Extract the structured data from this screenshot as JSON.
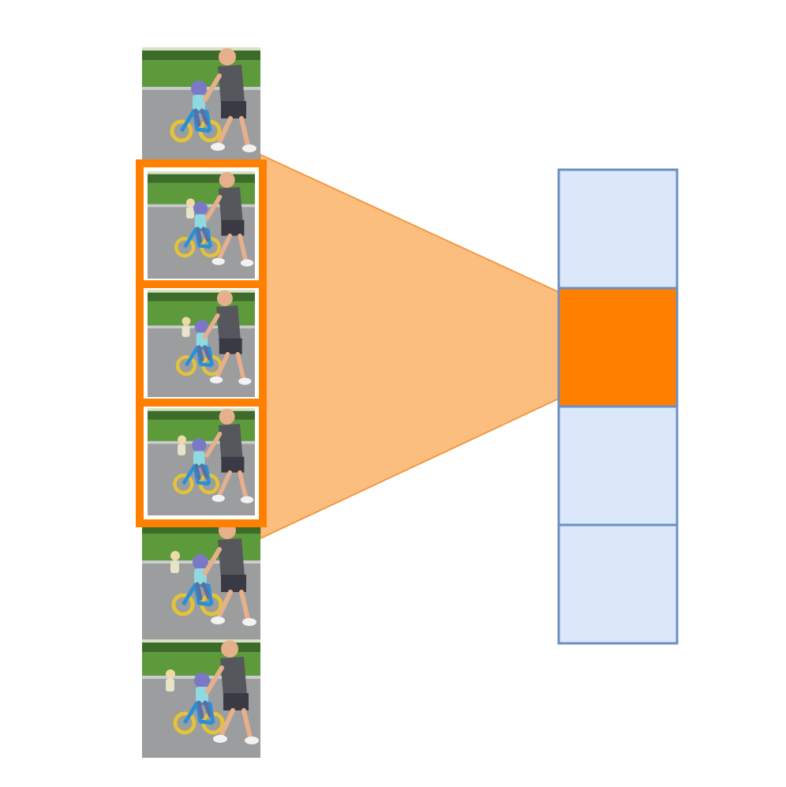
{
  "frames": [
    {
      "id": "frame-1",
      "selected": false
    },
    {
      "id": "frame-2",
      "selected": true
    },
    {
      "id": "frame-3",
      "selected": true
    },
    {
      "id": "frame-4",
      "selected": true
    },
    {
      "id": "frame-5",
      "selected": false
    },
    {
      "id": "frame-6",
      "selected": false
    }
  ],
  "output_cells": [
    {
      "id": "cell-1",
      "active": false
    },
    {
      "id": "cell-2",
      "active": true
    },
    {
      "id": "cell-3",
      "active": false
    },
    {
      "id": "cell-4",
      "active": false
    }
  ],
  "colors": {
    "selection_border": "#ff7f00",
    "projection_fill": "#fbbe7f",
    "projection_stroke": "#f19a46",
    "cell_fill": "#dae8fa",
    "cell_active_fill": "#ff7f00",
    "cell_stroke": "#6d8fc4",
    "sky": "#d9e2c3",
    "grass": "#5d9a3c",
    "hedge": "#3c6b2a",
    "road": "#9b9d9f",
    "shirt": "#56575d",
    "shorts": "#3a3a45",
    "skin": "#e7b08c",
    "bike_frame": "#2a8fd4",
    "tire": "#e2c33a",
    "helmet": "#7b79c5",
    "child_shirt": "#8fd9e0"
  }
}
